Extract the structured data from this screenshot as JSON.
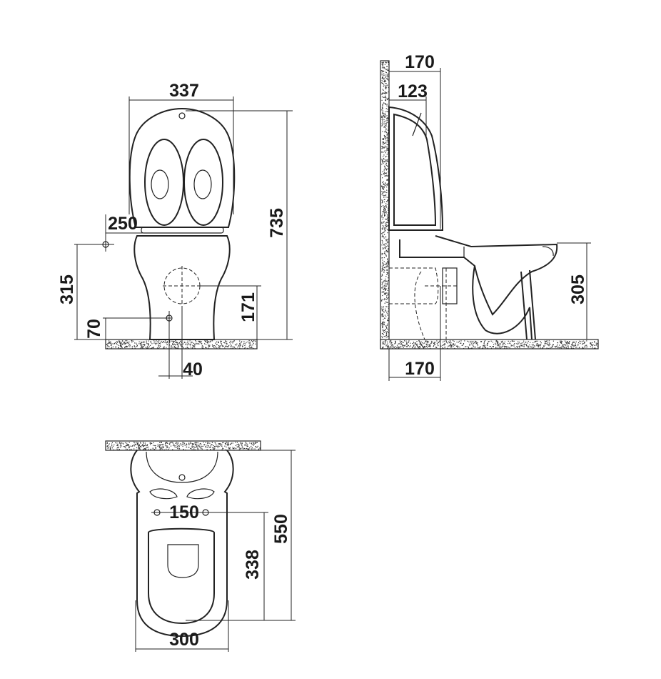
{
  "drawing": {
    "front_view": {
      "tank_width": "337",
      "total_height": "735",
      "inlet_offset": "250",
      "inlet_height": "315",
      "outlet_height_low": "70",
      "outlet_height": "171",
      "outlet_offset": "40"
    },
    "side_view": {
      "tank_depth": "170",
      "tank_inner_depth": "123",
      "bowl_height": "305",
      "outlet_distance": "170"
    },
    "top_view": {
      "hole_spacing": "150",
      "seat_distance": "338",
      "total_depth": "550",
      "width": "300"
    }
  },
  "colors": {
    "line": "#222222",
    "background": "#ffffff"
  }
}
